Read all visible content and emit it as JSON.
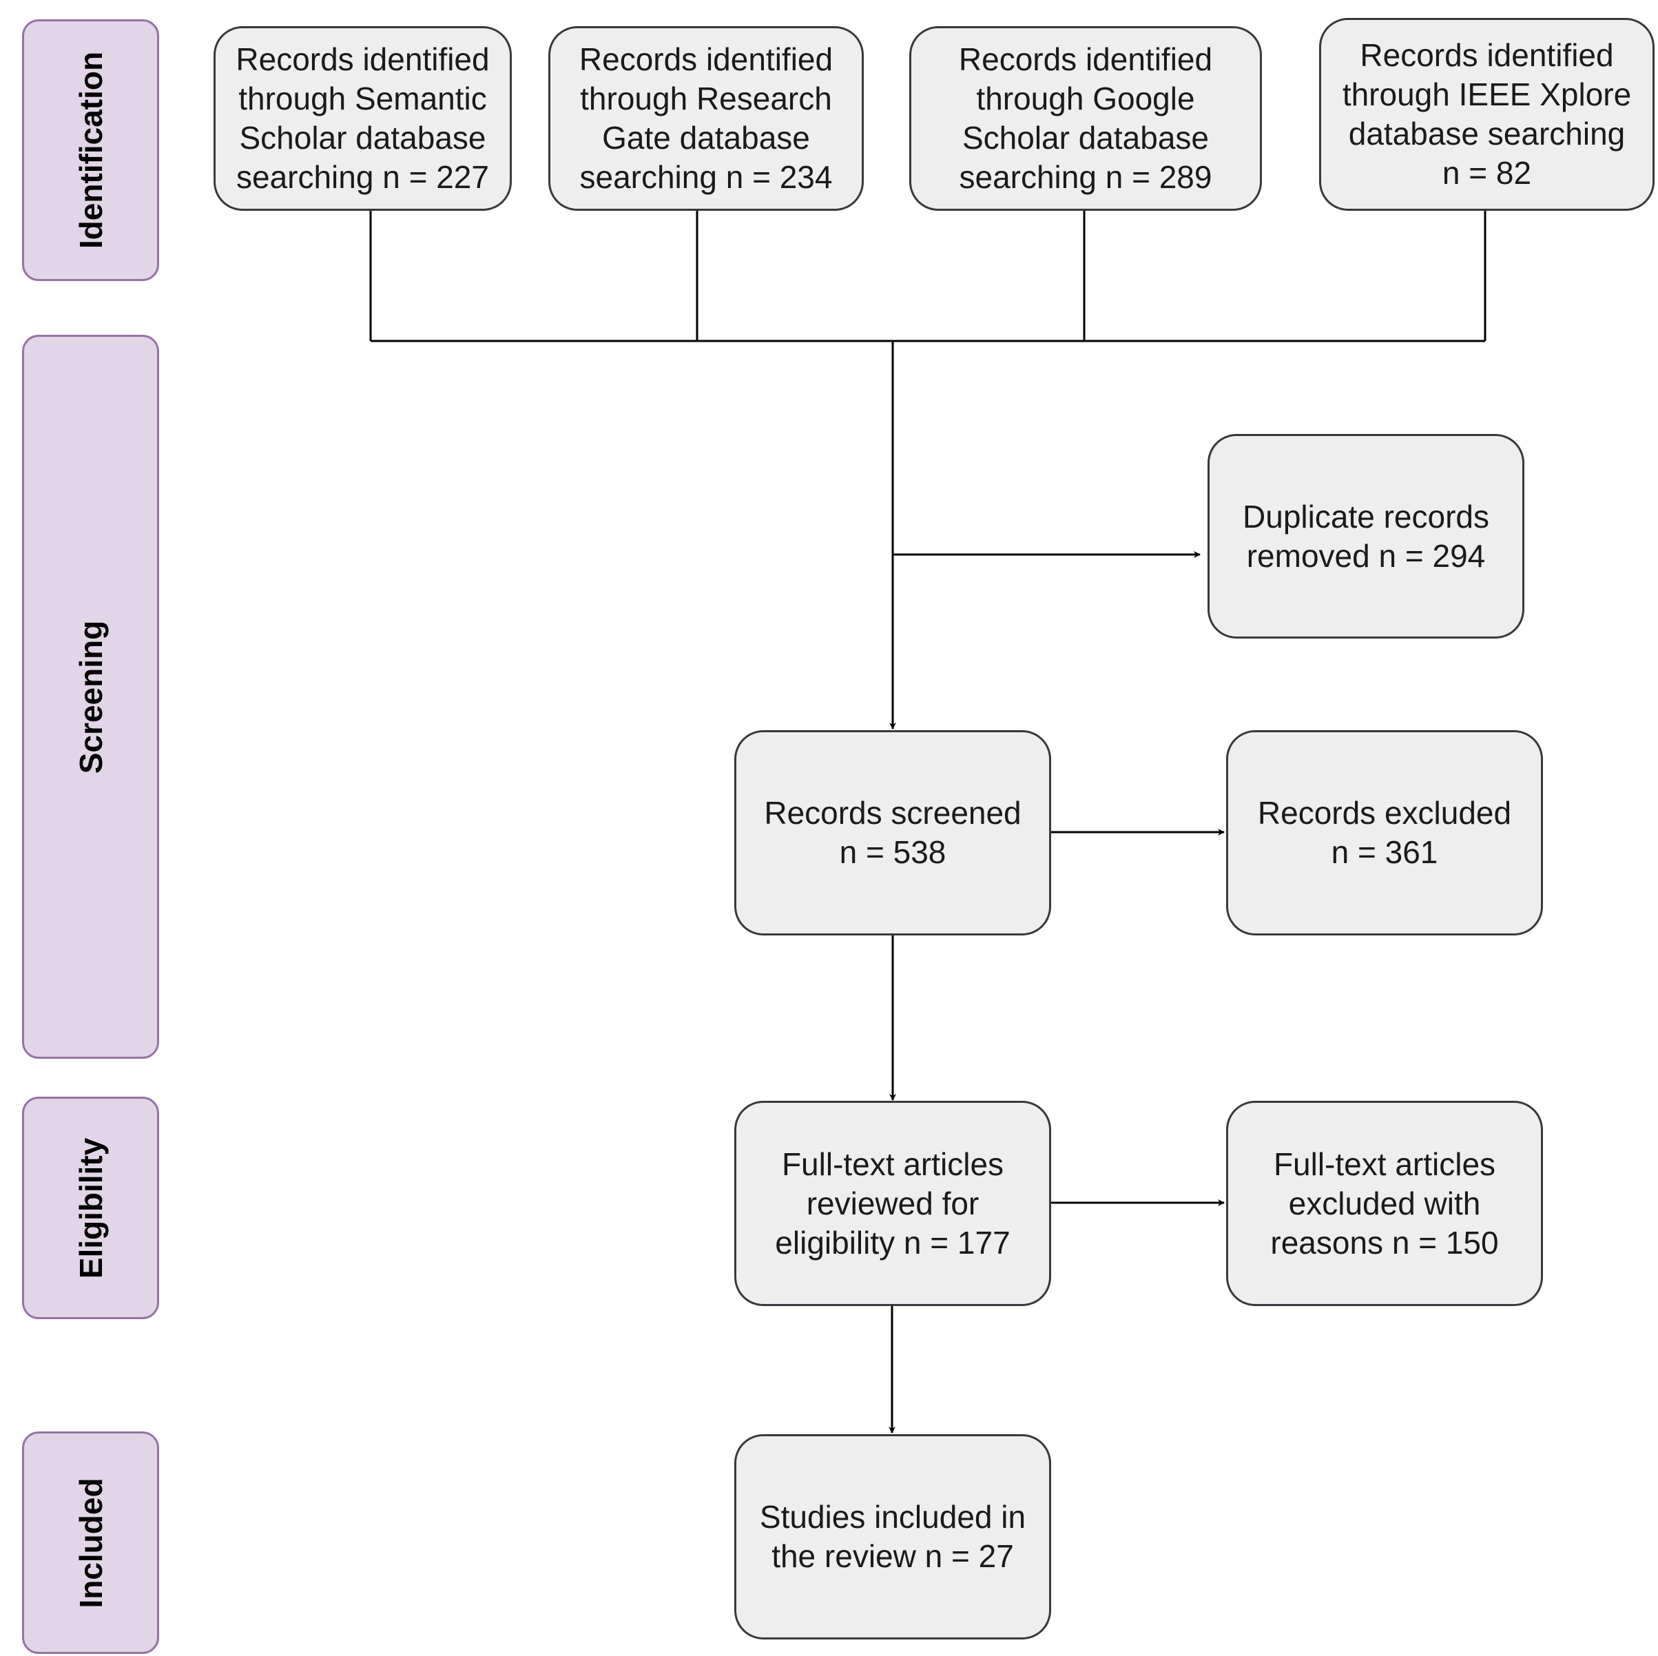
{
  "stages": {
    "identification": "Identification",
    "screening": "Screening",
    "eligibility": "Eligibility",
    "included": "Included"
  },
  "identification": {
    "semantic_scholar": {
      "line1": "Records identified",
      "line2": "through Semantic",
      "line3": "Scholar database",
      "line4": "searching n = 227"
    },
    "research_gate": {
      "line1": "Records identified",
      "line2": "through Research",
      "line3": "Gate database",
      "line4": "searching n = 234"
    },
    "google_scholar": {
      "line1": "Records identified",
      "line2": "through Google",
      "line3": "Scholar database",
      "line4": "searching n = 289"
    },
    "ieee_xplore": {
      "line1": "Records identified",
      "line2": "through IEEE Xplore",
      "line3": "database searching",
      "line4": "n = 82"
    }
  },
  "screening": {
    "duplicates": {
      "line1": "Duplicate records",
      "line2": "removed n = 294"
    },
    "screened": {
      "line1": "Records screened",
      "line2": "n = 538"
    },
    "excluded": {
      "line1": "Records excluded",
      "line2": "n = 361"
    }
  },
  "eligibility": {
    "reviewed": {
      "line1": "Full-text articles",
      "line2": "reviewed for",
      "line3": "eligibility n = 177"
    },
    "excluded": {
      "line1": "Full-text articles",
      "line2": "excluded with",
      "line3": "reasons n = 150"
    }
  },
  "included": {
    "studies": {
      "line1": "Studies included in",
      "line2": "the review n = 27"
    }
  },
  "colors": {
    "stage_fill": "#e1d5e7",
    "stage_border": "#9673a6",
    "box_fill": "#eeeeee",
    "box_border": "#36393d",
    "connector": "#000000"
  }
}
